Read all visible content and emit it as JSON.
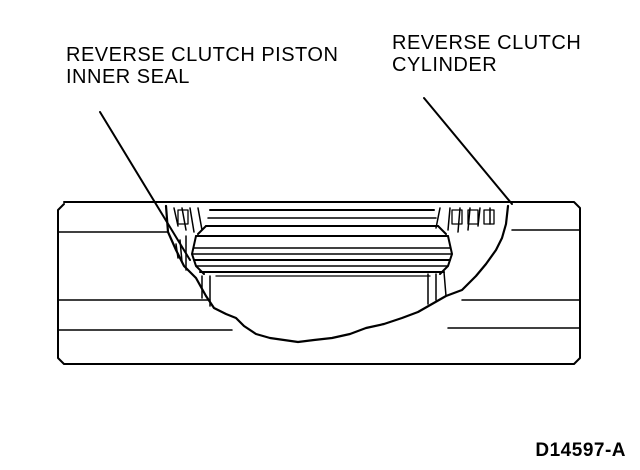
{
  "labels": {
    "piston_seal": {
      "line1": "REVERSE CLUTCH PISTON",
      "line2": "INNER SEAL"
    },
    "cylinder": {
      "line1": "REVERSE CLUTCH",
      "line2": "CYLINDER"
    }
  },
  "figure_id": "D14597-A",
  "colors": {
    "ink": "#000000",
    "paper": "#ffffff"
  }
}
